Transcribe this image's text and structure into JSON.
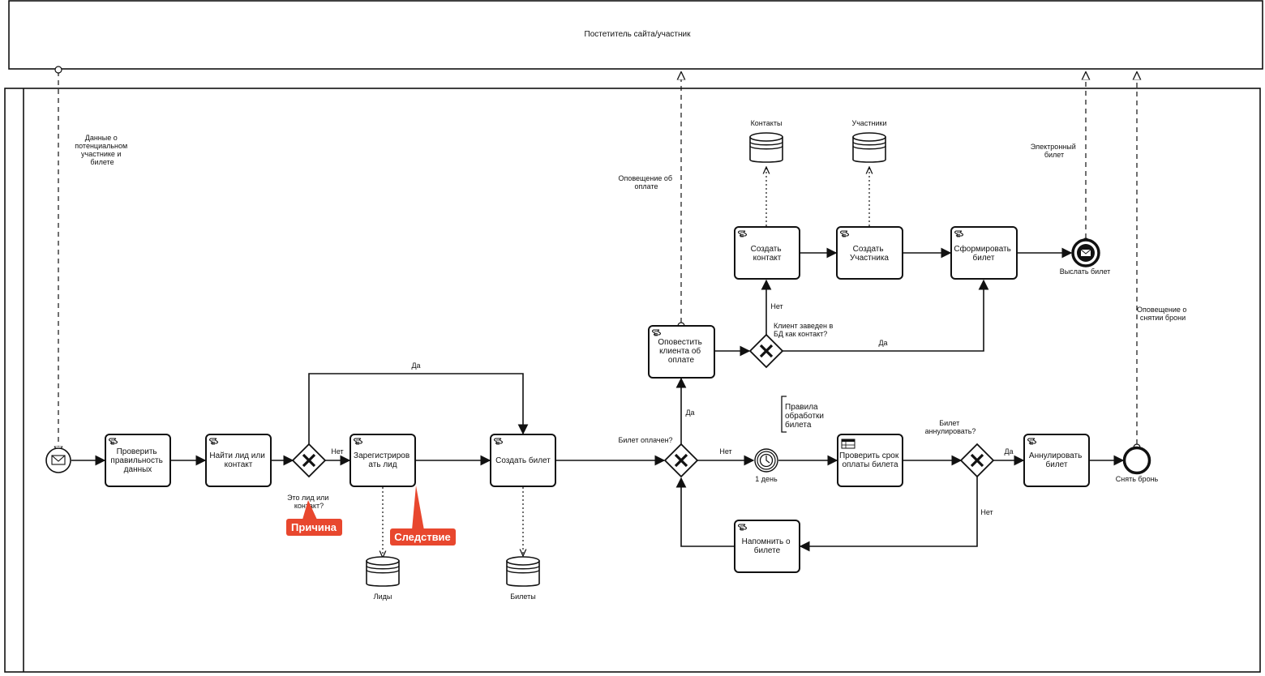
{
  "colors": {
    "stroke": "#111111",
    "callout": "#e8472e",
    "background": "#ffffff"
  },
  "pool_top": {
    "title": "Постетитель сайта/участник"
  },
  "messages": {
    "data_lines": [
      "Данные о",
      "потенциальном",
      "участнике и",
      "билете"
    ],
    "payment_notice_lines": [
      "Оповещение об",
      "оплате"
    ],
    "e_ticket_lines": [
      "Электронный",
      "билет"
    ],
    "release_notice_lines": [
      "Оповещение о",
      "снятии брони"
    ]
  },
  "tasks": {
    "check_data": [
      "Проверить",
      "правильность",
      "данных"
    ],
    "find_lead": [
      "Найти лид или",
      "контакт"
    ],
    "register_lead": [
      "Зарегистриров",
      "ать лид"
    ],
    "create_ticket": [
      "Создать билет"
    ],
    "notify_client": [
      "Оповестить",
      "клиента об",
      "оплате"
    ],
    "create_contact": [
      "Создать",
      "контакт"
    ],
    "create_participant": [
      "Создать",
      "Участника"
    ],
    "form_ticket": [
      "Сформировать",
      "билет"
    ],
    "check_payment_term": [
      "Проверить срок",
      "оплаты билета"
    ],
    "cancel_ticket": [
      "Аннулировать",
      "билет"
    ],
    "remind_ticket": [
      "Напомнить о",
      "билете"
    ]
  },
  "gateways": {
    "is_lead": [
      "Это лид или",
      "контакт?"
    ],
    "paid": "Билет оплачен?",
    "in_db": [
      "Клиент заведен в",
      "БД как контакт?"
    ],
    "cancelled": [
      "Билет",
      "аннулировать?"
    ]
  },
  "flow_labels": {
    "yes": "Да",
    "no": "Нет"
  },
  "data_stores": {
    "leads": "Лиды",
    "tickets": "Билеты",
    "contacts": "Контакты",
    "participants": "Участники"
  },
  "events": {
    "timer": "1 день",
    "send_ticket": "Выслать билет",
    "release": "Снять бронь"
  },
  "annotation_lines": [
    "Правила",
    "обработки",
    "билета"
  ],
  "callouts": {
    "cause": "Причина",
    "effect": "Следствие"
  }
}
